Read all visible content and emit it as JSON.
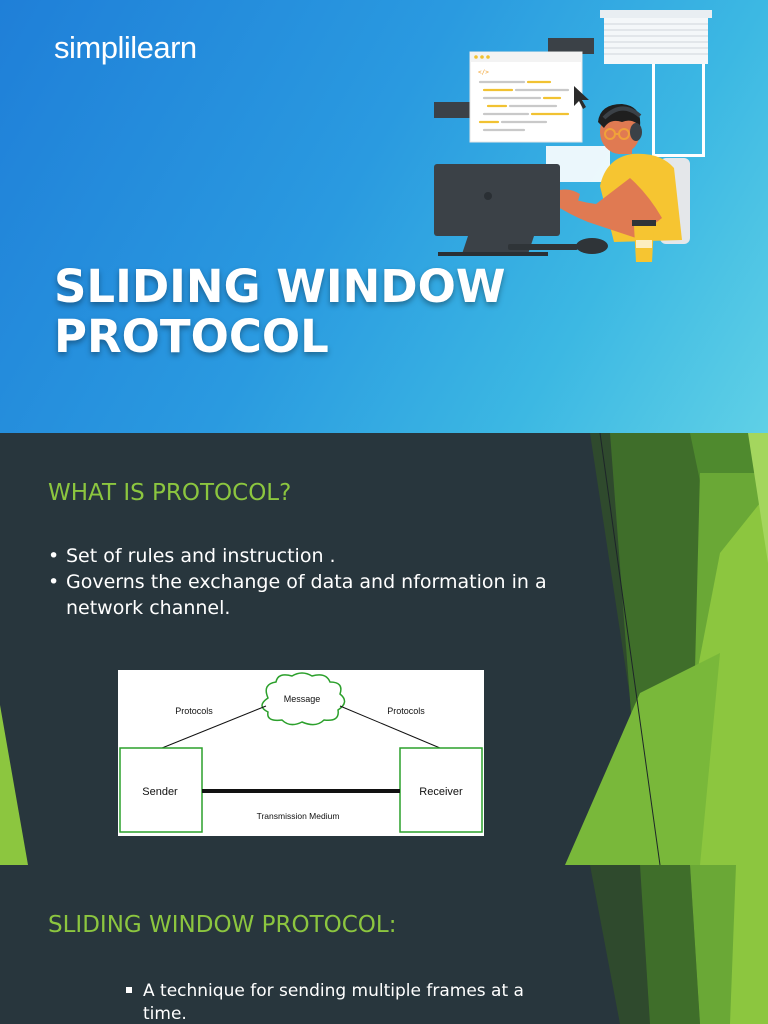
{
  "slide1": {
    "logo_text": "simplilearn",
    "title_line1": "SLIDING WINDOW",
    "title_line2": "PROTOCOL",
    "code_tag": "</>"
  },
  "slide2": {
    "heading": "WHAT IS PROTOCOL?",
    "bullets": [
      "Set of rules and instruction .",
      "Governs the exchange of data and nformation in a network channel."
    ],
    "diagram": {
      "message": "Message",
      "protocols_left": "Protocols",
      "protocols_right": "Protocols",
      "sender": "Sender",
      "receiver": "Receiver",
      "medium": "Transmission Medium"
    }
  },
  "slide3": {
    "heading": "SLIDING WINDOW PROTOCOL:",
    "bullets": [
      "A technique for sending multiple frames at a time."
    ]
  },
  "colors": {
    "slide_bg": "#28363d",
    "accent_green": "#8cc63f",
    "banner_blue": "#2a9ae0"
  }
}
